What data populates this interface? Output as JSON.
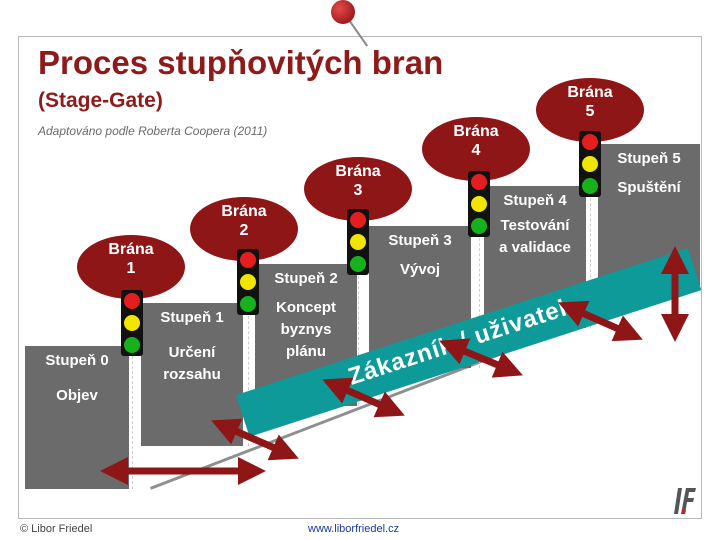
{
  "title": "Proces stupňovitých bran",
  "subtitle": "(Stage-Gate)",
  "attribution": "Adaptováno podle Roberta Coopera (2011)",
  "customer_band": "Zákazník / uživatel",
  "stages": [
    {
      "name": "Stupeň 0",
      "desc": "Objev"
    },
    {
      "name": "Stupeň 1",
      "desc": "Určení rozsahu"
    },
    {
      "name": "Stupeň 2",
      "desc": "Koncept byznys plánu"
    },
    {
      "name": "Stupeň 3",
      "desc": "Vývoj"
    },
    {
      "name": "Stupeň 4",
      "desc": "Testování a validace"
    },
    {
      "name": "Stupeň 5",
      "desc": "Spuštění"
    }
  ],
  "gates": [
    {
      "label": "Brána",
      "number": "1"
    },
    {
      "label": "Brána",
      "number": "2"
    },
    {
      "label": "Brána",
      "number": "3"
    },
    {
      "label": "Brána",
      "number": "4"
    },
    {
      "label": "Brána",
      "number": "5"
    }
  ],
  "colors": {
    "title": "#8e1a1a",
    "gate": "#8e1616",
    "stage": "#6b6b6b",
    "band": "#0f9a9a",
    "arrow": "#8e1616",
    "light_red": "#e41e1e",
    "light_yellow": "#f2e600",
    "light_green": "#17b21b"
  },
  "footer": {
    "copyright": "© Libor Friedel",
    "website": "www.liborfriedel.cz"
  },
  "logo_icon": "lf-logo-icon"
}
